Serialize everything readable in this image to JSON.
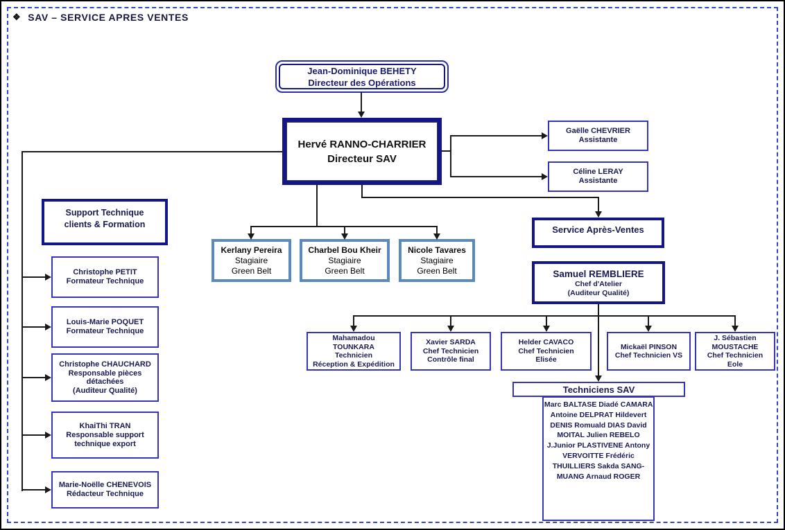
{
  "page": {
    "title": "SAV – SERVICE APRES VENTES",
    "bullet": "❖"
  },
  "colors": {
    "navy": "#15158a",
    "blue": "#3333bb",
    "steel": "#5c89bd",
    "dash": "#3344cc",
    "ink": "#1a1a52",
    "line": "#1a1a1a"
  },
  "boxes": {
    "behety": {
      "lines": [
        "Jean-Dominique BEHETY",
        "Directeur des Opérations"
      ]
    },
    "ranno": {
      "lines": [
        "Hervé RANNO-CHARRIER",
        "Directeur SAV"
      ]
    },
    "chevrier": {
      "lines": [
        "Gaëlle CHEVRIER",
        "Assistante"
      ]
    },
    "leray": {
      "lines": [
        "Céline LERAY",
        "Assistante"
      ]
    },
    "support": {
      "lines": [
        "Support Technique",
        "clients & Formation"
      ]
    },
    "petit": {
      "lines": [
        "Christophe PETIT",
        "Formateur Technique"
      ]
    },
    "poquet": {
      "lines": [
        "Louis-Marie POQUET",
        "Formateur Technique"
      ]
    },
    "chauchard": {
      "lines": [
        "Christophe CHAUCHARD",
        "Responsable pièces",
        "détachées",
        "(Auditeur Qualité)"
      ]
    },
    "tran": {
      "lines": [
        "KhaiThi TRAN",
        "Responsable support",
        "technique export"
      ]
    },
    "chenevois": {
      "lines": [
        "Marie-Noëlle CHENEVOIS",
        "Rédacteur Technique"
      ]
    },
    "kerlany": {
      "lines": [
        "Kerlany Pereira",
        "Stagiaire",
        "Green Belt"
      ]
    },
    "charbel": {
      "lines": [
        "Charbel Bou Kheir",
        "Stagiaire",
        "Green Belt"
      ]
    },
    "nicole": {
      "lines": [
        "Nicole Tavares",
        "Stagiaire",
        "Green Belt"
      ]
    },
    "service": {
      "lines": [
        "Service Après-Ventes"
      ]
    },
    "samuel": {
      "lines": [
        "Samuel REMBLIERE",
        "Chef d'Atelier",
        "(Auditeur Qualité)"
      ]
    },
    "tounkara": {
      "lines": [
        "Mahamadou",
        "TOUNKARA",
        "Technicien",
        "Réception & Expédition"
      ]
    },
    "sarda": {
      "lines": [
        "Xavier SARDA",
        "Chef Technicien",
        "Contrôle final"
      ]
    },
    "cavaco": {
      "lines": [
        "Helder CAVACO",
        "Chef Technicien",
        "Elisée"
      ]
    },
    "pinson": {
      "lines": [
        "Mickaël PINSON",
        "Chef Technicien VS"
      ]
    },
    "moustache": {
      "lines": [
        "J. Sébastien",
        "MOUSTACHE",
        "Chef Technicien",
        "Eole"
      ]
    }
  },
  "technicians": {
    "header": "Techniciens SAV",
    "names": [
      "Marc BALTASE",
      "Diadé CAMARA",
      "Antoine DELPRAT",
      "Hildevert DENIS",
      "Romuald DIAS",
      "David MOITAL",
      "Julien REBELO",
      "J.Junior PLASTIVENE",
      "Antony VERVOITTE",
      "Frédéric THUILLIERS",
      "Sakda SANG-MUANG",
      "Arnaud ROGER"
    ]
  }
}
